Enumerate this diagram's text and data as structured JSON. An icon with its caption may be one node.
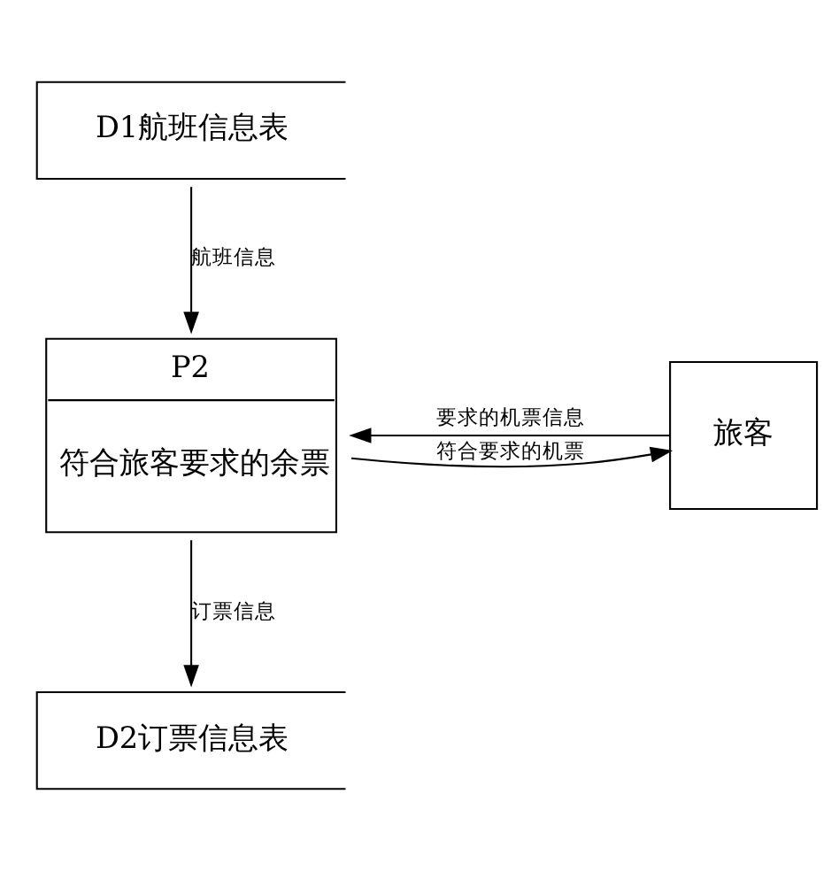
{
  "diagram": {
    "nodes": [
      {
        "text": [
          "D1航班信息表"
        ]
      },
      {
        "text": [
          "P2",
          "符合旅客要求的余票"
        ]
      },
      {
        "text": [
          "旅客"
        ]
      },
      {
        "text": [
          "D2订票信息表"
        ]
      }
    ],
    "edges": [
      {
        "from": 0,
        "to": 1,
        "arrow": "to",
        "label": "航班信息"
      },
      {
        "from": 2,
        "to": 1,
        "arrow": "to",
        "label": "要求的机票信息"
      },
      {
        "from": 1,
        "to": 2,
        "arrow": "to",
        "label": "符合要求的机票"
      },
      {
        "from": 1,
        "to": 3,
        "arrow": "to",
        "label": "订票信息"
      }
    ]
  }
}
